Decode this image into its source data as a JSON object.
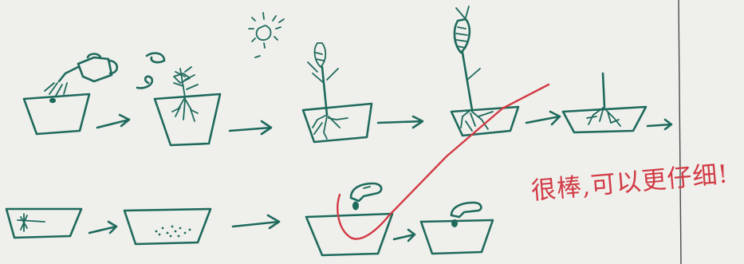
{
  "teacher_comment": {
    "text": "很棒,可以更仔细!",
    "color": "#d23a44"
  },
  "ink_color": "#1e6a5c",
  "paper_color": "#efefec",
  "steps_row_1": [
    {
      "id": "watering",
      "icon": "watering-can-icon"
    },
    {
      "id": "sprouting",
      "icon": "sprout-icon"
    },
    {
      "id": "growing-stem",
      "icon": "wheat-plant-icon"
    },
    {
      "id": "ripe-grain",
      "icon": "ripe-wheat-icon"
    },
    {
      "id": "harvested-stubble",
      "icon": "stubble-icon"
    }
  ],
  "steps_row_2": [
    {
      "id": "soil-prep",
      "icon": "soil-tray-icon"
    },
    {
      "id": "sowing-seeds",
      "icon": "seeds-icon"
    },
    {
      "id": "watering-hand",
      "icon": "hand-watering-icon"
    },
    {
      "id": "seed-watered",
      "icon": "watered-seed-icon"
    }
  ]
}
